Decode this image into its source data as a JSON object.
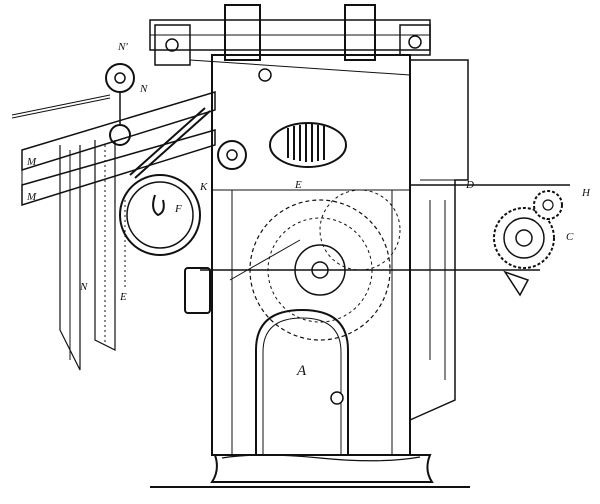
{
  "figure": {
    "labels": {
      "A": "A",
      "E": "E",
      "E_lower": "E",
      "F": "F",
      "M_top": "M",
      "M_bottom": "M",
      "N": "N",
      "N_lower": "N",
      "N_prime": "N'",
      "H": "H",
      "C": "C",
      "D": "D",
      "K": "K"
    },
    "colors": {
      "ink": "#111111",
      "paper": "#ffffff"
    }
  }
}
